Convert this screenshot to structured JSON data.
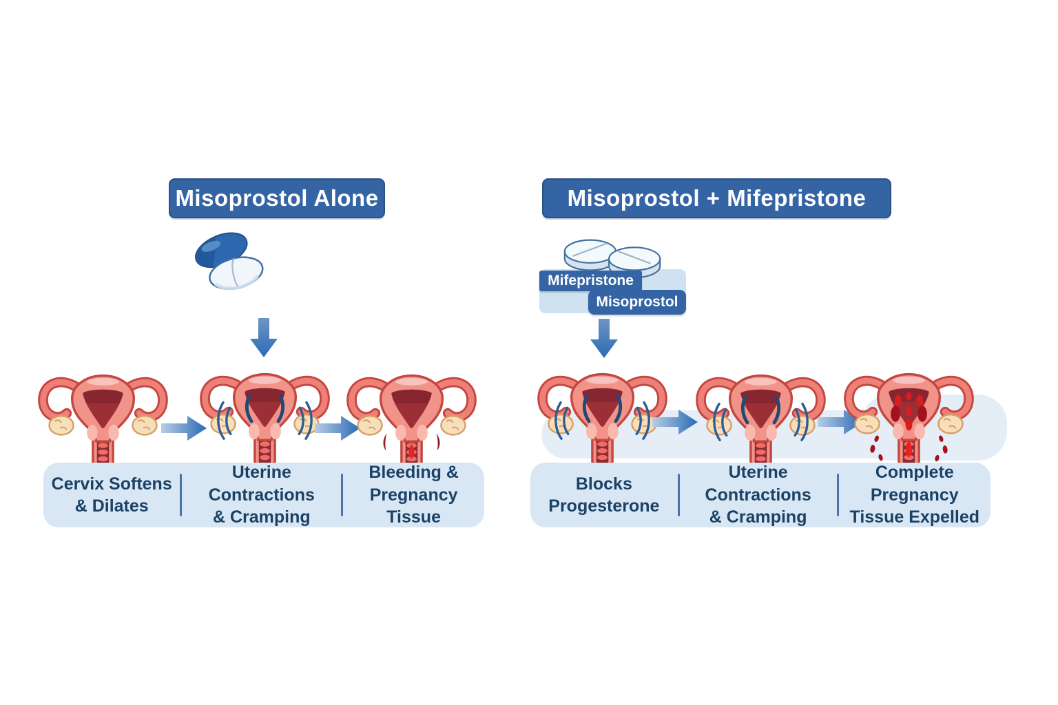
{
  "colors": {
    "background": "#ffffff",
    "banner_blue": "#3464a4",
    "banner_border": "#28517e",
    "label_panel_blue": "#d8e7f3",
    "pill_panel_blue": "#cfe2f1",
    "band_blue": "#e5eef7",
    "text_navy": "#1b4266",
    "divider_blue": "#4876a8",
    "arrow_blue": "#2a6ab5",
    "arrow_light": "#b7cde5",
    "uterus_body": "#f2938a",
    "uterus_outline": "#c3473f",
    "uterus_cavity": "#9c2e36",
    "ovary_cream": "#f8dfbc",
    "blood_red": "#e62222"
  },
  "icons": {
    "flow-arrow-right": "→",
    "flow-arrow-down": "↓",
    "blue-oval-pill": "pill shape",
    "white-oval-pill": "pill shape",
    "round-tablet": "tablet shape",
    "uterus": "uterus illustration"
  },
  "left_panel": {
    "title": "Misoprostol Alone",
    "stages": [
      {
        "label": "Cervix Softens\n& Dilates",
        "uterus_state": "normal"
      },
      {
        "label": "Uterine Contractions\n& Cramping",
        "uterus_state": "contracting"
      },
      {
        "label": "Bleeding &\nPregnancy Tissue",
        "uterus_state": "bleeding"
      }
    ]
  },
  "right_panel": {
    "title": "Misoprostol + Mifepristone",
    "pills": [
      {
        "label": "Mifepristone"
      },
      {
        "label": "Misoprostol"
      }
    ],
    "stages": [
      {
        "label": "Blocks\nProgesterone",
        "uterus_state": "contracting"
      },
      {
        "label": "Uterine Contractions\n& Cramping",
        "uterus_state": "contracting"
      },
      {
        "label": "Complete Pregnancy\nTissue Expelled",
        "uterus_state": "expelling"
      }
    ]
  }
}
